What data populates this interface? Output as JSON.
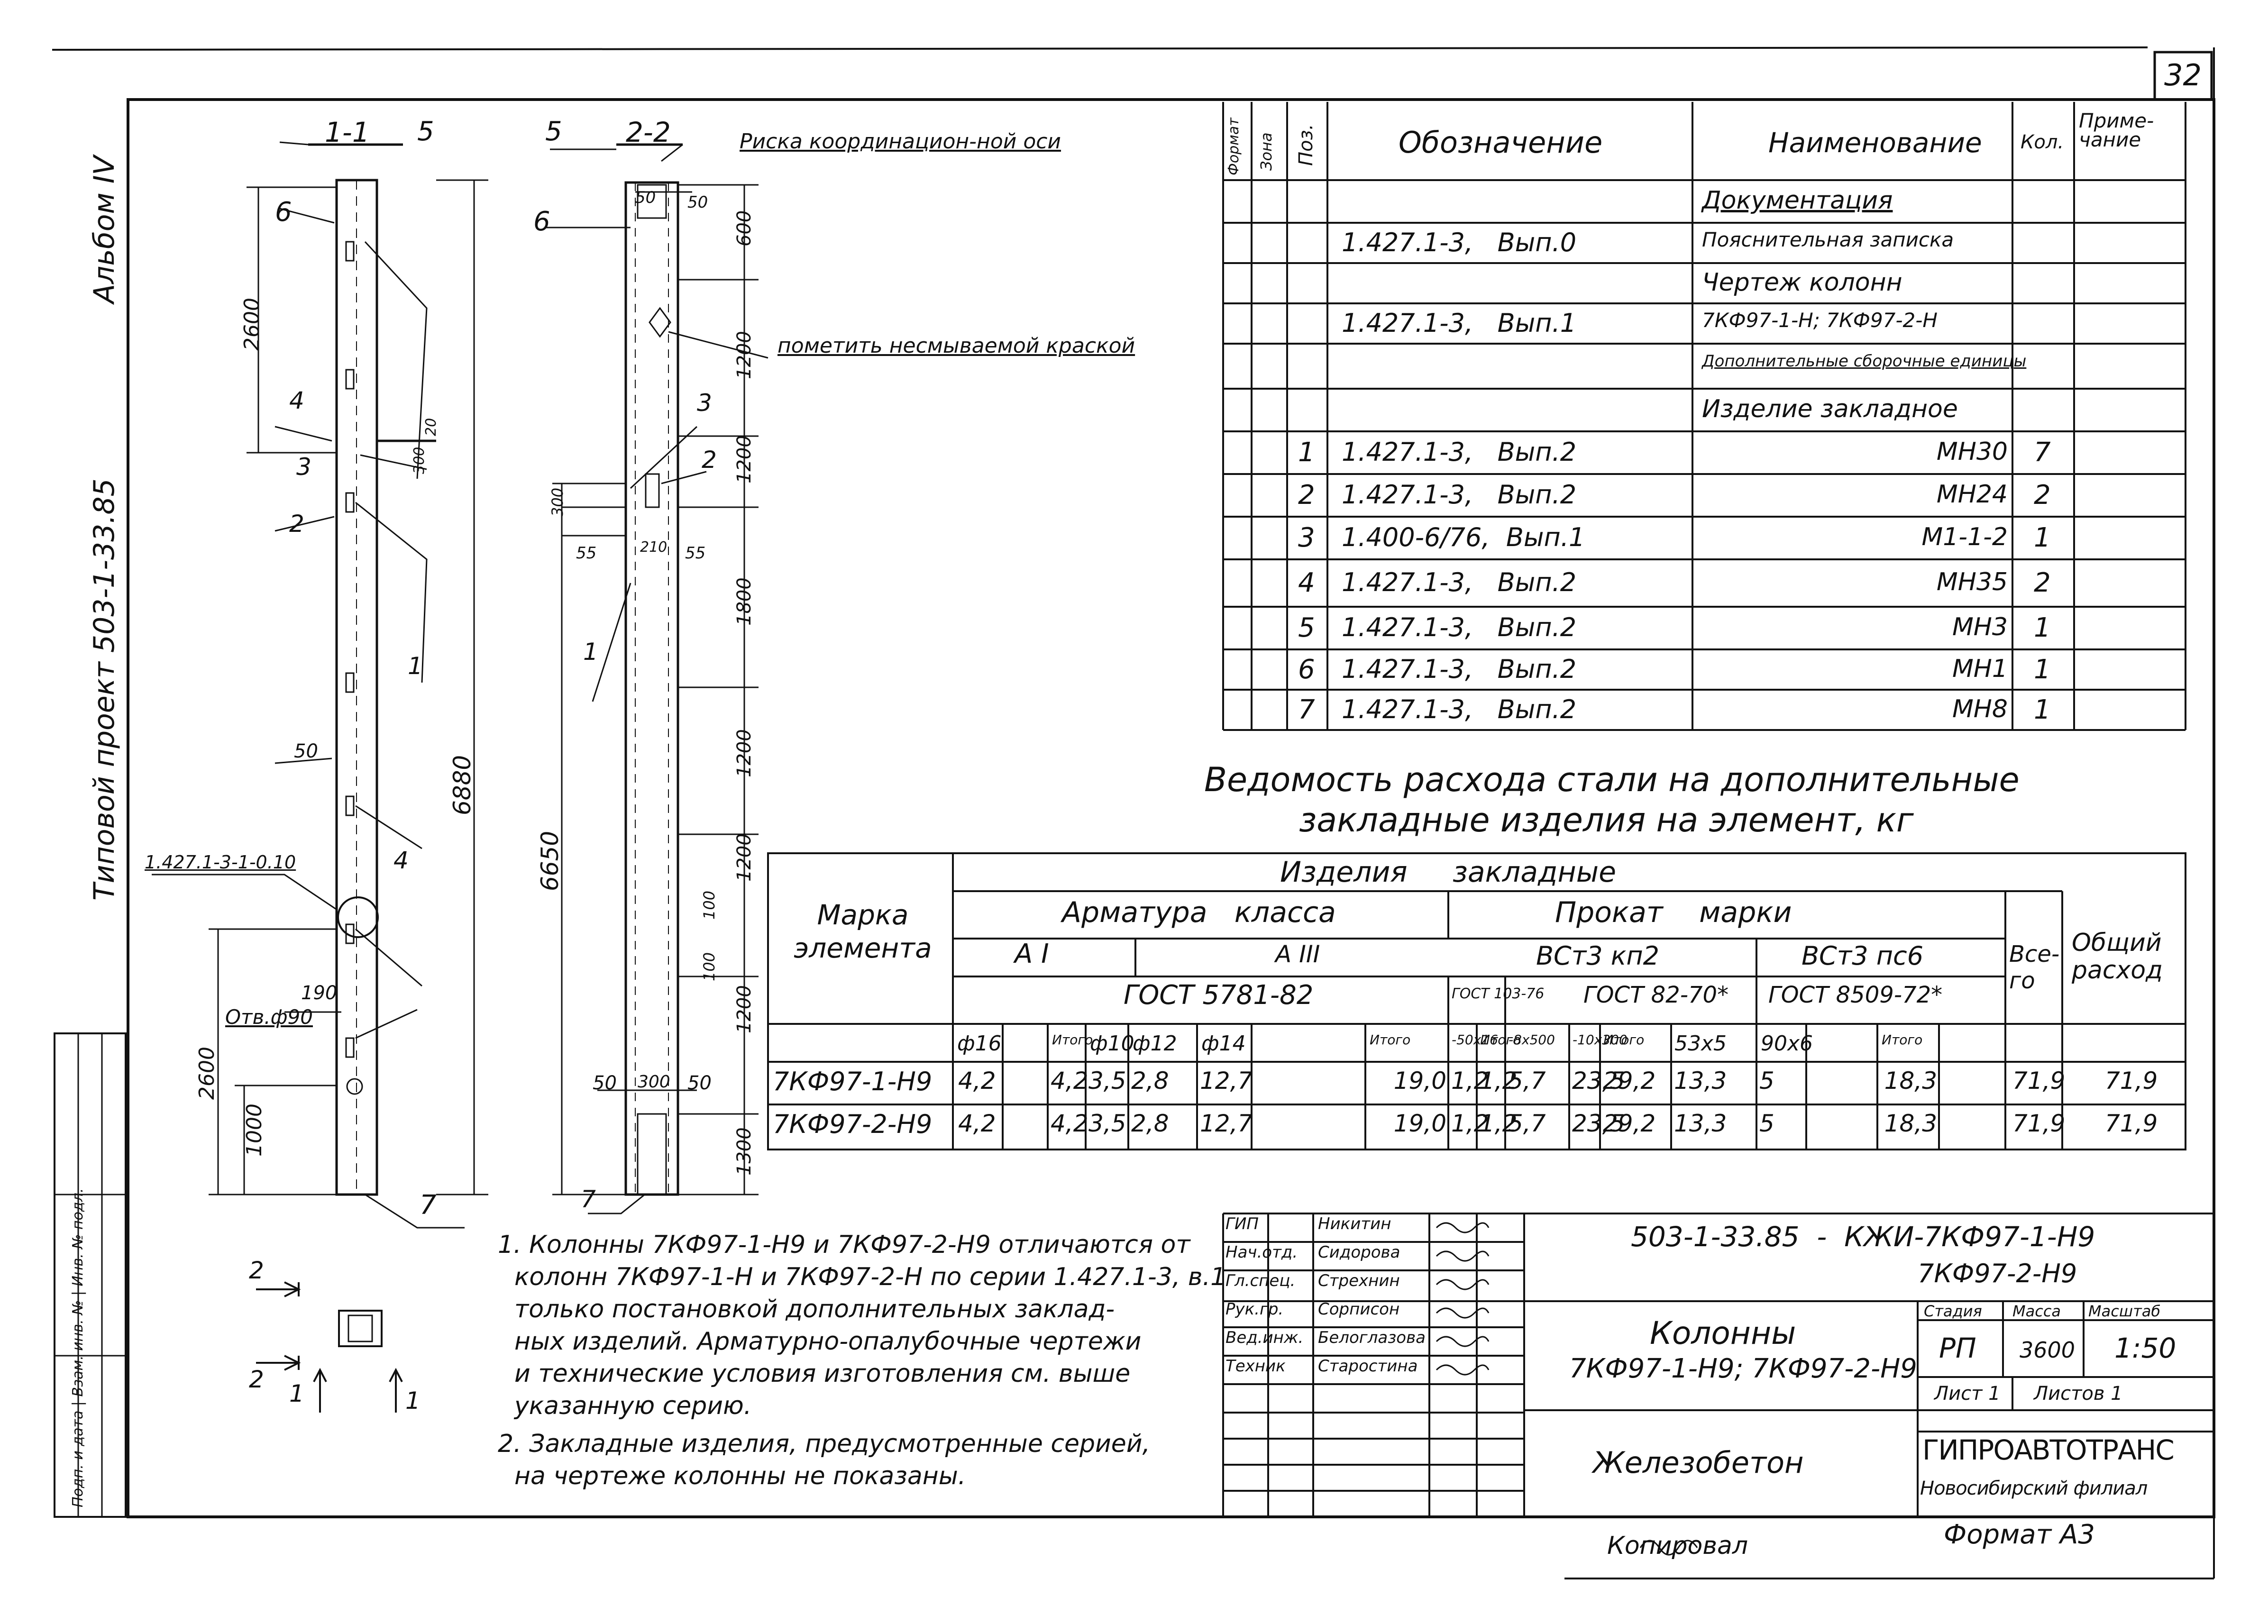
{
  "sheet": {
    "number": "32"
  },
  "margin": {
    "album": "Альбом IV",
    "project": "Типовой проект 503-1-33.85",
    "stamp_strip": "Подп. и дата | Взам. инв. № | Инв. № подл."
  },
  "drawing": {
    "section_1": "1-1",
    "section_2": "2-2",
    "axis_note": "Риска координацион-ной оси",
    "paint_note": "пометить несмываемой краской",
    "hole_label": "Отв.ф90",
    "ref_label": "1.427.1-3-1-0.10",
    "dims_1": [
      "2600",
      "300",
      "20",
      "50",
      "6880",
      "190",
      "2600",
      "1000"
    ],
    "dims_2": [
      "50",
      "50",
      "600",
      "1200",
      "1200",
      "300",
      "55",
      "210",
      "55",
      "1800",
      "6650",
      "1200",
      "1200",
      "100",
      "100",
      "1200",
      "50",
      "300",
      "50",
      "1300"
    ],
    "callouts": [
      "1",
      "2",
      "3",
      "4",
      "5",
      "6",
      "7"
    ],
    "view_marks": [
      "2",
      "2",
      "1",
      "1"
    ]
  },
  "spec": {
    "headers": [
      "Формат",
      "Зона",
      "Поз.",
      "Обозначение",
      "Наименование",
      "Кол.",
      "Приме-чание"
    ],
    "rows": [
      {
        "pos": "",
        "code": "",
        "name": "Документация",
        "qty": ""
      },
      {
        "pos": "",
        "code": "1.427.1-3,   Вып.0",
        "name": "Пояснительная записка",
        "qty": ""
      },
      {
        "pos": "",
        "code": "",
        "name": "Чертеж колонн",
        "qty": ""
      },
      {
        "pos": "",
        "code": "1.427.1-3,   Вып.1",
        "name": "7КФ97-1-Н; 7КФ97-2-Н",
        "qty": ""
      },
      {
        "pos": "",
        "code": "",
        "name": "Дополнительные сборочные единицы",
        "qty": ""
      },
      {
        "pos": "",
        "code": "",
        "name": "Изделие закладное",
        "qty": ""
      },
      {
        "pos": "1",
        "code": "1.427.1-3,   Вып.2",
        "name": "МН30",
        "qty": "7"
      },
      {
        "pos": "2",
        "code": "1.427.1-3,   Вып.2",
        "name": "МН24",
        "qty": "2"
      },
      {
        "pos": "3",
        "code": "1.400-6/76,  Вып.1",
        "name": "М1-1-2",
        "qty": "1"
      },
      {
        "pos": "4",
        "code": "1.427.1-3,   Вып.2",
        "name": "МН35",
        "qty": "2"
      },
      {
        "pos": "5",
        "code": "1.427.1-3,   Вып.2",
        "name": "МН3",
        "qty": "1"
      },
      {
        "pos": "6",
        "code": "1.427.1-3,   Вып.2",
        "name": "МН1",
        "qty": "1"
      },
      {
        "pos": "7",
        "code": "1.427.1-3,   Вып.2",
        "name": "МН8",
        "qty": "1"
      }
    ]
  },
  "steel": {
    "title_line1": "Ведомость расхода стали на дополнительные",
    "title_line2": "закладные изделия на элемент, кг",
    "h_mark": "Марка элемента",
    "h_items": "Изделия     закладные",
    "h_rebar": "Арматура   класса",
    "h_rolled": "Прокат    марки",
    "h_AI": "А I",
    "h_AIII": "А III",
    "h_gost_rebar": "ГОСТ 5781-82",
    "h_vst_kp2": "ВСт3 кп2",
    "h_vst_ps6": "ВСт3 пс6",
    "h_gost_103": "ГОСТ 103-76",
    "h_gost_82": "ГОСТ 82-70*",
    "h_gost_8509": "ГОСТ 8509-72*",
    "h_total": "Все-го",
    "h_grand": "Общий расход",
    "sub": [
      "ф16",
      "",
      "Итого",
      "ф10",
      "ф12",
      "ф14",
      "",
      "Итого",
      "-50х16",
      "Итого",
      "-8х500",
      "-10х300",
      "Итого",
      "53х5",
      "90х6",
      "",
      "Итого"
    ],
    "rows": [
      {
        "mark": "7КФ97-1-Н9",
        "vals": [
          "4,2",
          "",
          "4,2",
          "3,5",
          "2,8",
          "12,7",
          "",
          "19,0",
          "1,2",
          "1,2",
          "5,7",
          "23,5",
          "29,2",
          "13,3",
          "5",
          "",
          "18,3"
        ],
        "total": "71,9",
        "grand": "71,9"
      },
      {
        "mark": "7КФ97-2-Н9",
        "vals": [
          "4,2",
          "",
          "4,2",
          "3,5",
          "2,8",
          "12,7",
          "",
          "19,0",
          "1,2",
          "1,2",
          "5,7",
          "23,5",
          "29,2",
          "13,3",
          "5",
          "",
          "18,3"
        ],
        "total": "71,9",
        "grand": "71,9"
      }
    ]
  },
  "notes": [
    "1. Колонны 7КФ97-1-Н9 и 7КФ97-2-Н9 отличаются от",
    "колонн 7КФ97-1-Н и 7КФ97-2-Н по серии 1.427.1-3, в.1",
    "только постановкой дополнительных заклад-",
    "ных изделий. Арматурно-опалубочные чертежи",
    "и технические условия изготовления см. выше",
    "указанную серию.",
    "2. Закладные изделия, предусмотренные серией,",
    "на чертеже колонны не показаны."
  ],
  "titleblock": {
    "code_line1": "503-1-33.85  -  КЖИ-7КФ97-1-Н9",
    "code_line2": "7КФ97-2-Н9",
    "roles": [
      "ГИП",
      "Нач.отд.",
      "Гл.спец.",
      "Рук.гр.",
      "Вед.инж.",
      "Техник"
    ],
    "names": [
      "Никитин",
      "Сидорова",
      "Стрехнин",
      "Сорписон",
      "Белоглазова",
      "Старостина"
    ],
    "title_line1": "Колонны",
    "title_line2": "7КФ97-1-Н9; 7КФ97-2-Н9",
    "h_stage": "Стадия",
    "h_mass": "Масса",
    "h_scale": "Масштаб",
    "stage": "РП",
    "mass": "3600",
    "scale": "1:50",
    "sheet": "Лист 1",
    "sheets": "Листов 1",
    "material": "Железобетон",
    "org_line1": "ГИПРОАВТОТРАНС",
    "org_line2": "Новосибирский филиал"
  },
  "footer": {
    "copied": "Копировал",
    "format": "Формат А3"
  }
}
